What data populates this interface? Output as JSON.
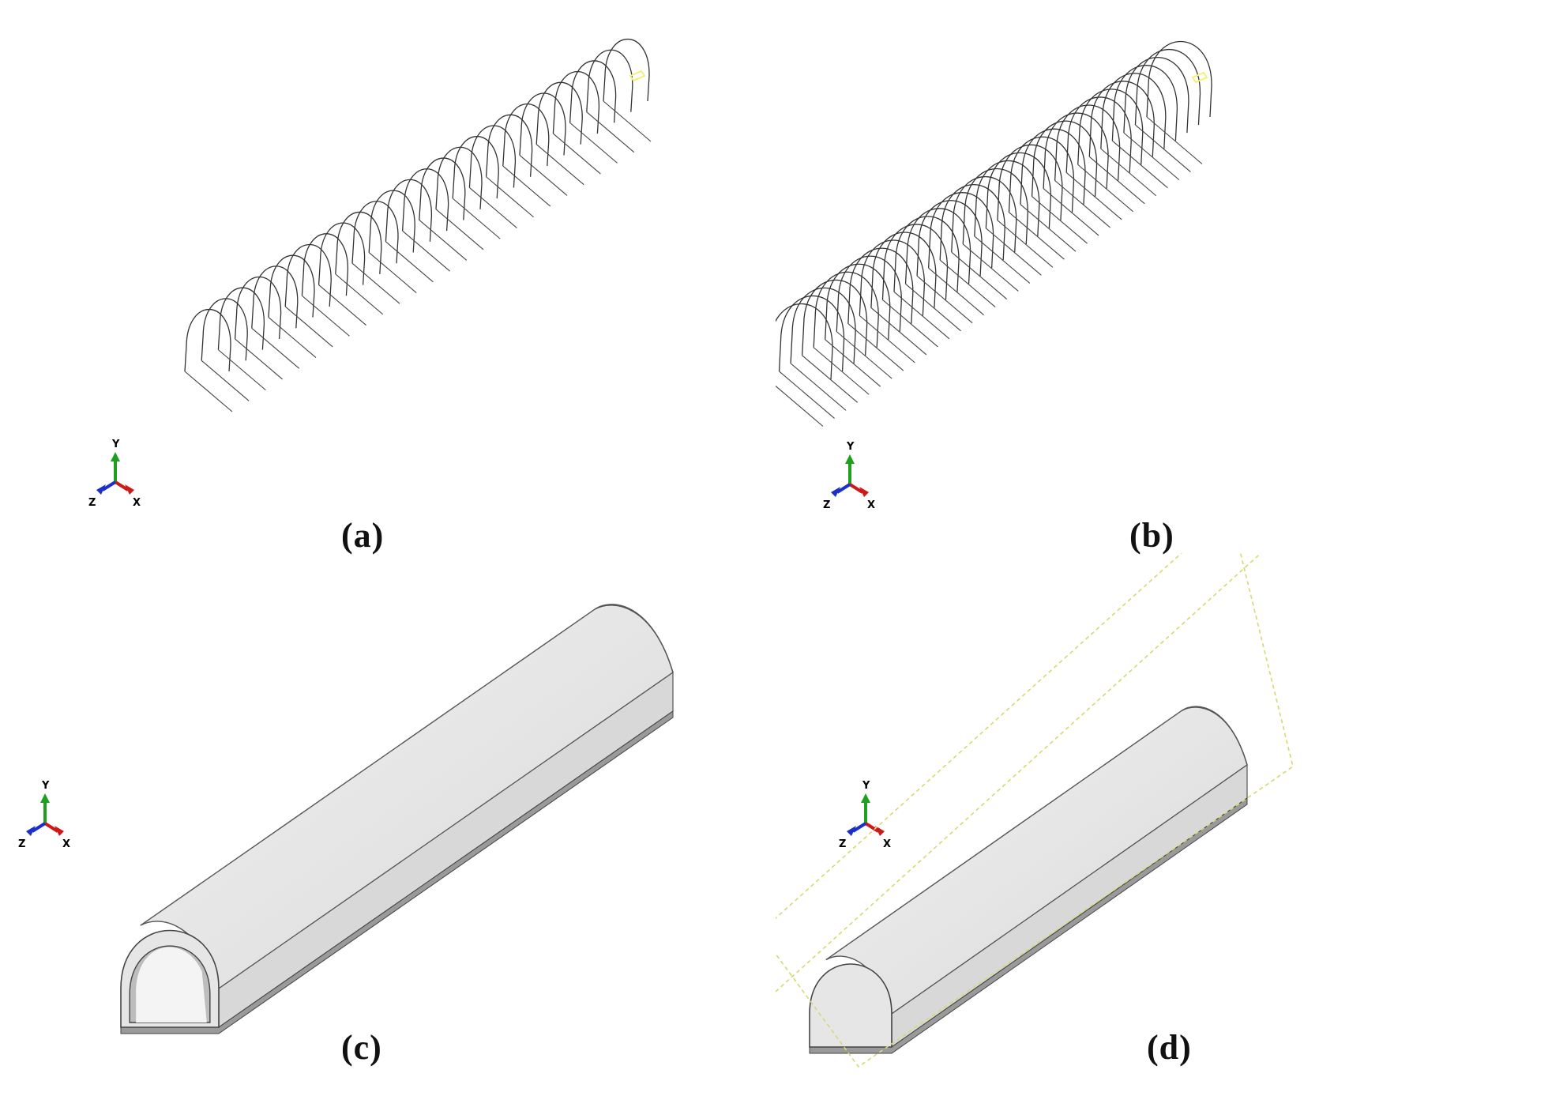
{
  "figure": {
    "panels": [
      {
        "id": "a",
        "caption": "(a)",
        "kind": "wireframe-ribs",
        "highlight_color": "#f4f07a"
      },
      {
        "id": "b",
        "caption": "(b)",
        "kind": "wireframe-ribs",
        "highlight_color": "#f4f07a"
      },
      {
        "id": "c",
        "caption": "(c)",
        "kind": "solid-tunnel-hollow"
      },
      {
        "id": "d",
        "caption": "(d)",
        "kind": "solid-tunnel-filled",
        "dashed_outline_color": "#d8d870"
      }
    ],
    "triad": {
      "y_label": "Y",
      "x_label": "X",
      "z_label": "Z",
      "y_color": "#1ea01e",
      "x_color": "#d01818",
      "z_color": "#1a30c8"
    }
  }
}
